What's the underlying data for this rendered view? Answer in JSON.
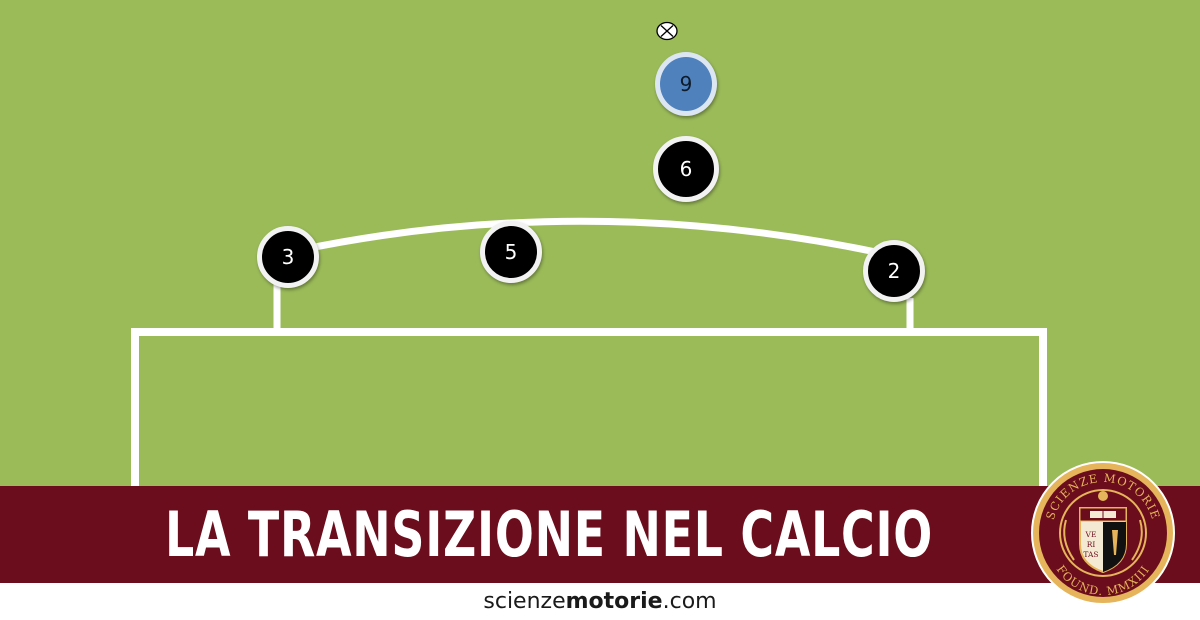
{
  "title": "LA TRANSIZIONE NEL CALCIO",
  "site": {
    "prefix": "scienze",
    "bold": "motorie",
    "suffix": ".com"
  },
  "players": [
    {
      "number": "9",
      "team": "attacker"
    },
    {
      "number": "6",
      "team": "defender"
    },
    {
      "number": "3",
      "team": "defender"
    },
    {
      "number": "5",
      "team": "defender"
    },
    {
      "number": "2",
      "team": "defender"
    }
  ],
  "ball_icon": "ball-icon",
  "emblem": {
    "text_top": "SCIENZE MOTORIE",
    "text_bottom": "FOUND. MMXIII",
    "motto": [
      "VE",
      "RI",
      "TAS"
    ]
  },
  "colors": {
    "pitch": "#9bbb59",
    "lines": "#ffffff",
    "banner": "#6b0d1c",
    "defender": "#000000",
    "attacker": "#4f81bd",
    "emblem_gold": "#e6b45a"
  }
}
